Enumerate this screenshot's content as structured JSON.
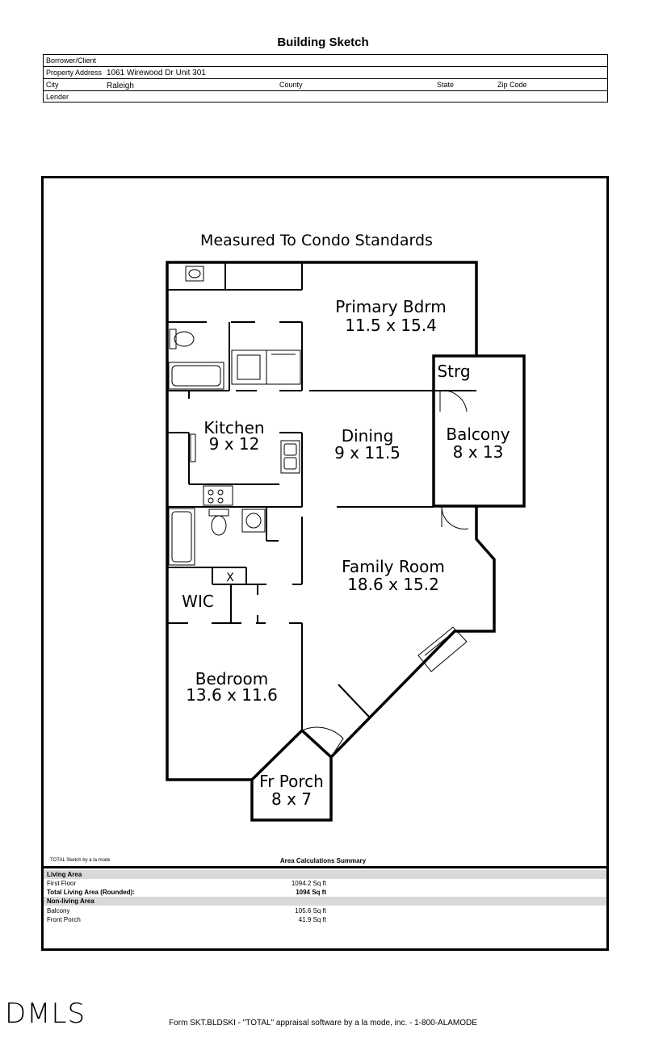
{
  "header": {
    "title": "Building Sketch",
    "rows": [
      {
        "label": "Borrower/Client",
        "value": ""
      },
      {
        "label": "Property Address",
        "value": "1061 Wirewood Dr Unit 301"
      },
      {
        "label": "City",
        "value": "Raleigh",
        "county_label": "County",
        "state_label": "State",
        "zip_label": "Zip Code"
      },
      {
        "label": "Lender",
        "value": ""
      }
    ]
  },
  "sketch": {
    "heading": "Measured To Condo Standards",
    "rooms": [
      {
        "name": "Primary Bdrm",
        "dims": "11.5 x 15.4"
      },
      {
        "name": "Strg",
        "dims": ""
      },
      {
        "name": "Kitchen",
        "dims": "9 x 12"
      },
      {
        "name": "Dining",
        "dims": "9 x 11.5"
      },
      {
        "name": "Balcony",
        "dims": "8 x 13"
      },
      {
        "name": "Family Room",
        "dims": "18.6 x 15.2"
      },
      {
        "name": "WIC",
        "dims": ""
      },
      {
        "name": "Bedroom",
        "dims": "13.6 x 11.6"
      },
      {
        "name": "Fr Porch",
        "dims": "8 x 7"
      }
    ],
    "closet_mark": "X"
  },
  "summary": {
    "caption": "TOTAL Sketch by a la mode",
    "title": "Area Calculations Summary",
    "rows": [
      {
        "label": "Living Area",
        "value": "",
        "style": "section"
      },
      {
        "label": "First Floor",
        "value": "1094.2 Sq ft",
        "style": "normal"
      },
      {
        "label": "Total Living Area (Rounded):",
        "value": "1094 Sq ft",
        "style": "bold"
      },
      {
        "label": "Non-living Area",
        "value": "",
        "style": "section"
      },
      {
        "label": "Balcony",
        "value": "105.6 Sq ft",
        "style": "normal"
      },
      {
        "label": "Front Porch",
        "value": "41.9 Sq ft",
        "style": "normal"
      }
    ]
  },
  "watermark": "DMLS",
  "footer": "Form SKT.BLDSKI - \"TOTAL\" appraisal software by a la mode, inc. - 1-800-ALAMODE"
}
